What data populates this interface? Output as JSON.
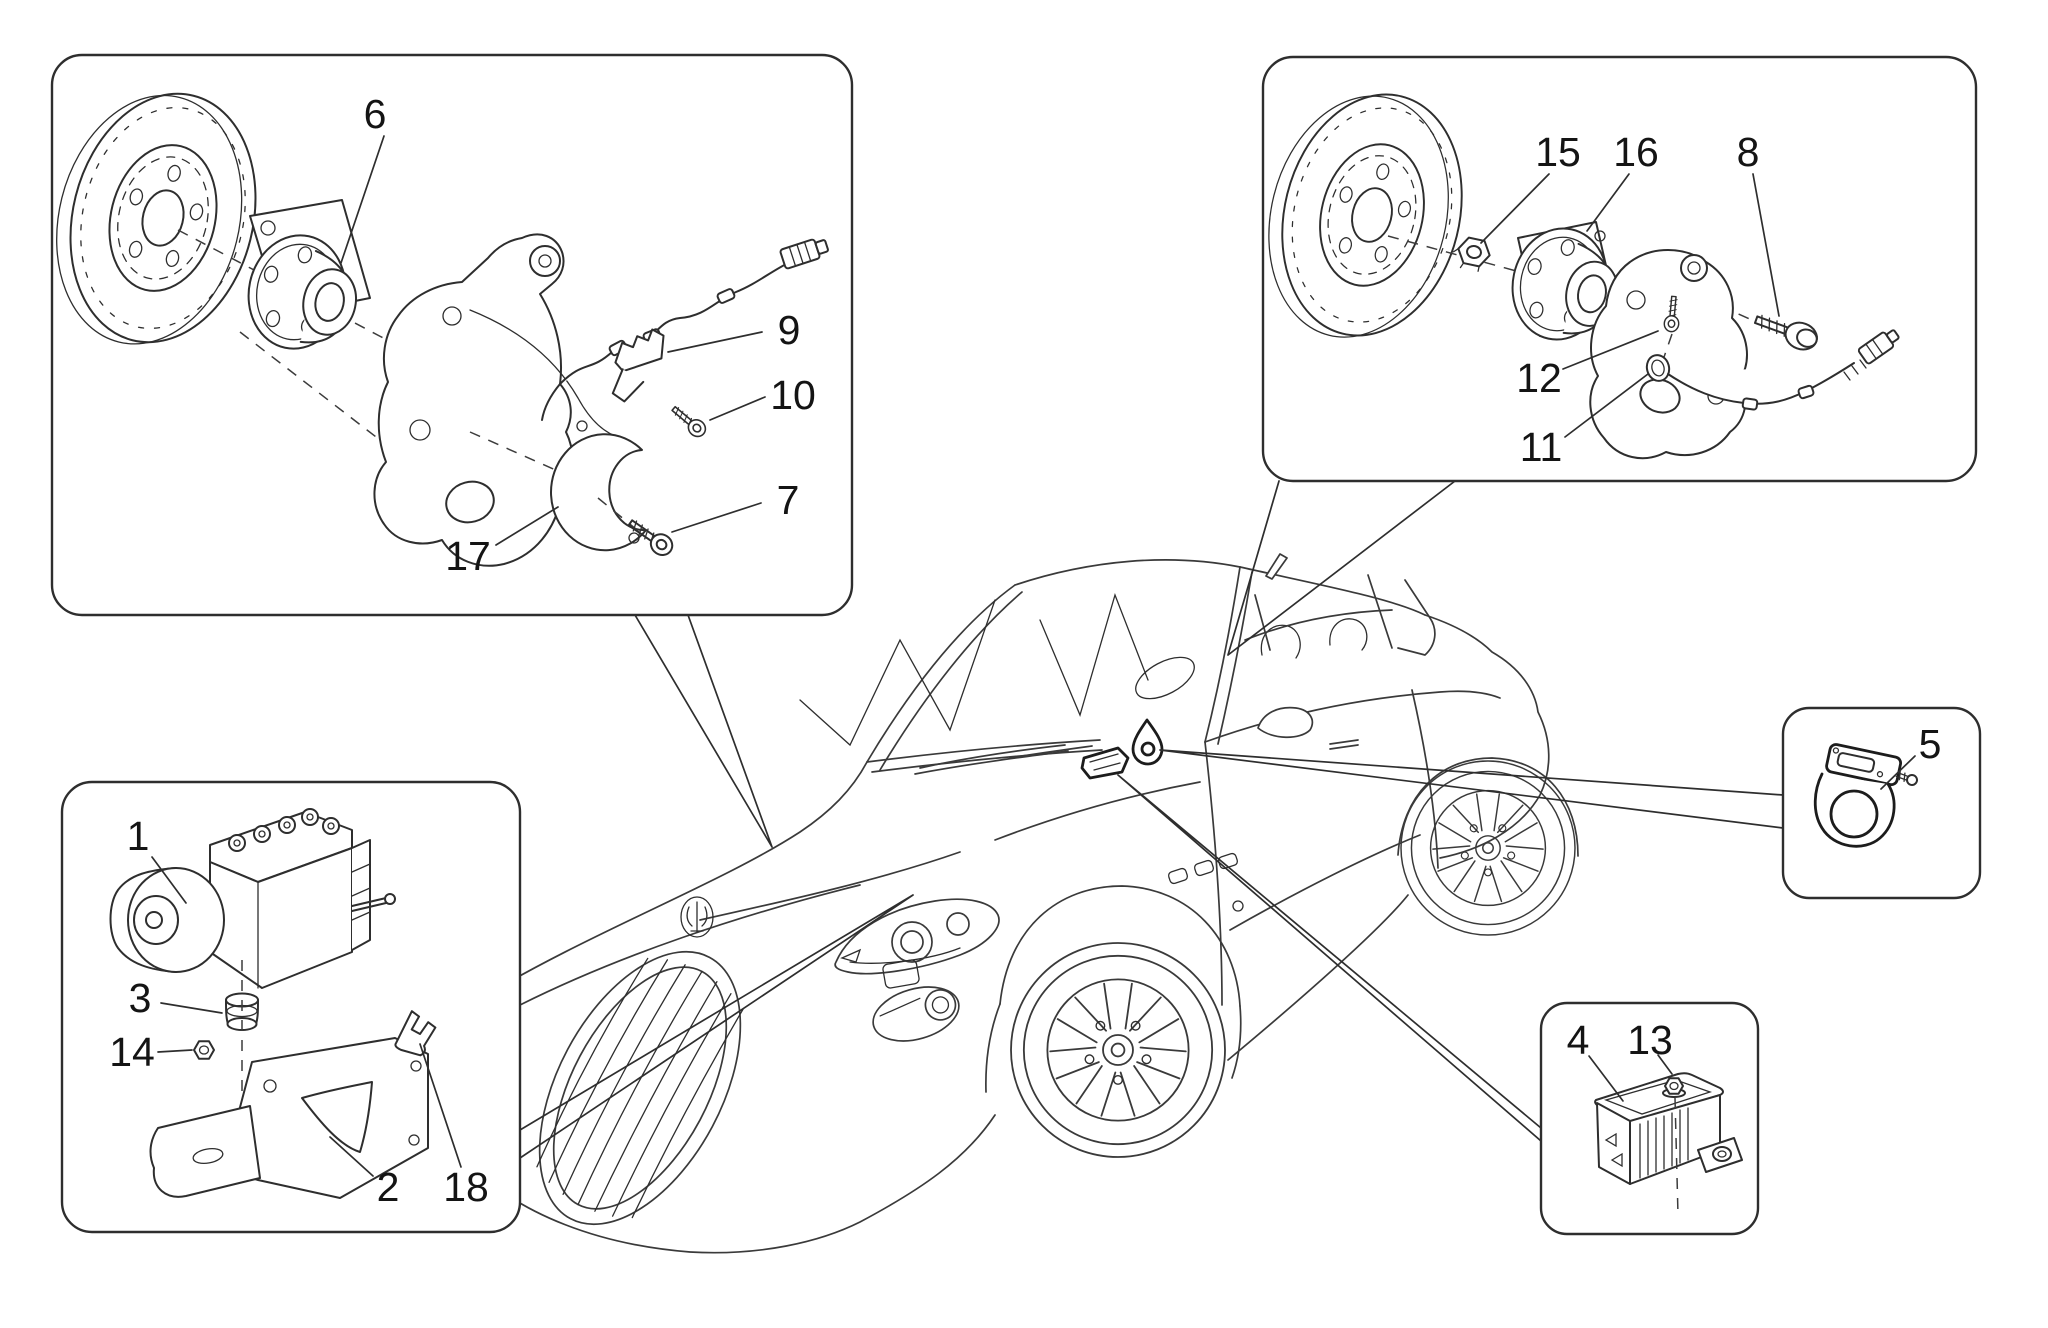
{
  "diagram_type": "exploded-parts-diagram",
  "colors": {
    "background": "#ffffff",
    "line": "#2e2e2e",
    "label": "#141414"
  },
  "callouts": {
    "front_left_corner": {
      "numbers": [
        "6",
        "9",
        "10",
        "7",
        "17"
      ]
    },
    "rear_right_corner": {
      "numbers": [
        "15",
        "16",
        "8",
        "12",
        "11"
      ]
    },
    "abs_module": {
      "numbers": [
        "1",
        "3",
        "14",
        "2",
        "18"
      ]
    },
    "acceleration_sensor": {
      "numbers": [
        "5"
      ]
    },
    "control_unit": {
      "numbers": [
        "4",
        "13"
      ]
    }
  }
}
